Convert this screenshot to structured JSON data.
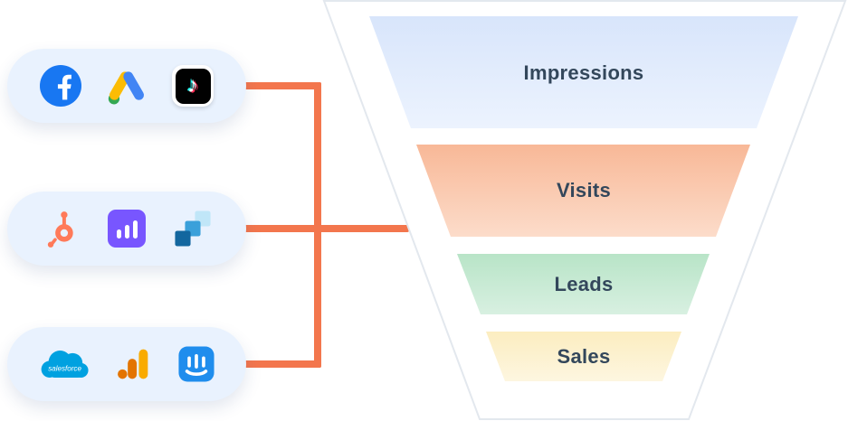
{
  "integration_groups": [
    {
      "name": "ad-platforms",
      "icons": [
        {
          "name": "facebook-icon"
        },
        {
          "name": "google-ads-icon"
        },
        {
          "name": "tiktok-icon",
          "glyph": "♪"
        }
      ]
    },
    {
      "name": "marketing-analytics-tools",
      "icons": [
        {
          "name": "hubspot-icon"
        },
        {
          "name": "mixpanel-icon"
        },
        {
          "name": "data-tiles-icon"
        }
      ]
    },
    {
      "name": "crm-analytics-tools",
      "icons": [
        {
          "name": "salesforce-icon",
          "text": "salesforce"
        },
        {
          "name": "google-analytics-icon"
        },
        {
          "name": "intercom-icon"
        }
      ]
    }
  ],
  "funnel": {
    "stages": [
      {
        "label": "Impressions",
        "color_top": "#d8e5fb",
        "color_bottom": "#ecf3fe"
      },
      {
        "label": "Visits",
        "color_top": "#f8b897",
        "color_bottom": "#fcdcca"
      },
      {
        "label": "Leads",
        "color_top": "#b8e4c7",
        "color_bottom": "#d8f0e1"
      },
      {
        "label": "Sales",
        "color_top": "#fcedc0",
        "color_bottom": "#fdf6e0"
      }
    ],
    "label_color": "#33475b",
    "body_color": "#ffffff",
    "outline_color": "#e3e8ee"
  },
  "connector": {
    "color": "#f3764d"
  },
  "pill": {
    "background": "#e9f2fe"
  }
}
